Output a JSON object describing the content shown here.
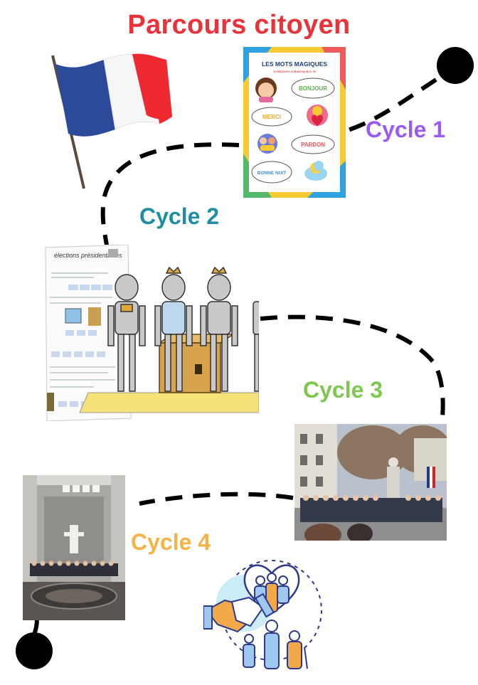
{
  "title": "Parcours citoyen",
  "colors": {
    "title": "#e8333b",
    "cycle_1": "#9a5cf0",
    "cycle_2": "#1e8fa3",
    "cycle_3": "#7ec850",
    "cycle_4": "#f5b346",
    "path": "#000000"
  },
  "cycles": [
    {
      "label": "Cycle 1"
    },
    {
      "label": "Cycle 2"
    },
    {
      "label": "Cycle 3"
    },
    {
      "label": "Cycle 4"
    }
  ],
  "poster_mots_magiques": {
    "title": "LES MOTS MAGIQUES",
    "subtitle": "Solidarlaine mabaisequanz.sk",
    "words": [
      "BONJOUR",
      "MERCI",
      "PARDON",
      "BONNE NUIT"
    ]
  },
  "worksheet": {
    "heading": "élections présidentielles"
  },
  "icons": [
    "france-flag-icon",
    "handshake-family-heart-icon",
    "robot-voter-icon",
    "ballot-box-icon"
  ]
}
